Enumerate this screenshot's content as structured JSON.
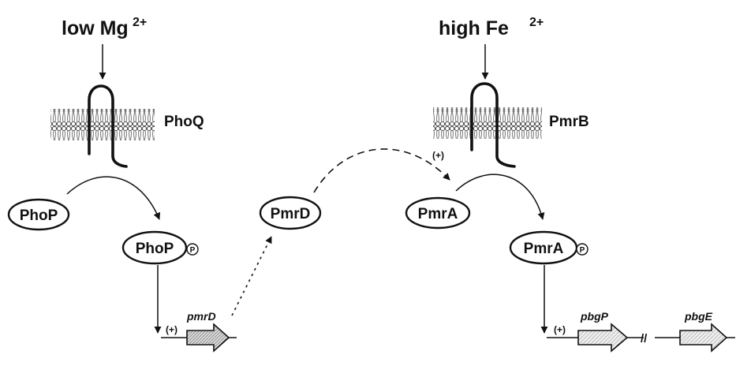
{
  "stimuli": {
    "left": {
      "main": "low Mg",
      "sup": "2+"
    },
    "right": {
      "main": "high Fe",
      "sup": "2+"
    }
  },
  "sensors": {
    "left": "PhoQ",
    "right": "PmrB"
  },
  "proteins": {
    "phop": "PhoP",
    "phop_p": "PhoP",
    "pmrd": "PmrD",
    "pmra": "PmrA",
    "pmra_p": "PmrA"
  },
  "phospho_symbol": "P",
  "activation_symbol": "(+)",
  "genes": {
    "pmrd": "pmrD",
    "pbgp": "pbgP",
    "pbge": "pbgE"
  },
  "break_symbol": "//"
}
